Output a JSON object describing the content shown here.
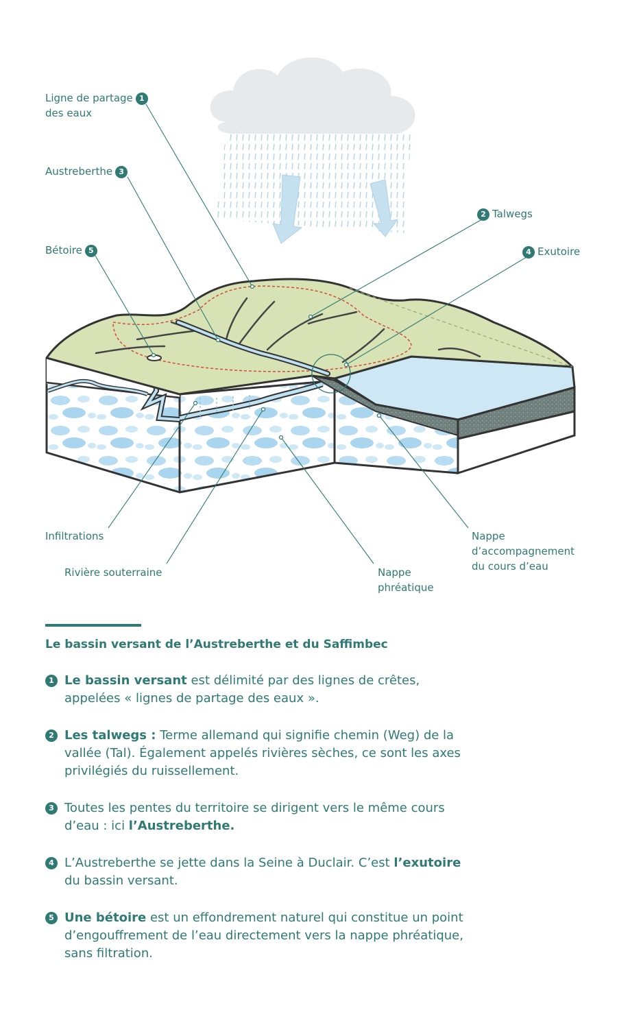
{
  "diagram_labels": {
    "ligne_partage": {
      "number": "1",
      "line1": "Ligne de partage",
      "line2": "des eaux"
    },
    "austreberthe": {
      "number": "3",
      "text": "Austreberthe"
    },
    "betoire": {
      "number": "5",
      "text": "Bétoire"
    },
    "talwegs": {
      "number": "2",
      "text": "Talwegs"
    },
    "exutoire": {
      "number": "4",
      "text": "Exutoire"
    },
    "infiltrations": {
      "text": "Infiltrations"
    },
    "riviere_souterraine": {
      "text": "Rivière souterraine"
    },
    "nappe_phreatique": {
      "line1": "Nappe",
      "line2": "phréatique"
    },
    "nappe_accompagnement": {
      "line1": "Nappe",
      "line2": "d’accompagnement",
      "line3": "du cours d’eau"
    }
  },
  "legend": {
    "title": "Le bassin versant de l’Austreberthe et du Saffimbec",
    "items": [
      {
        "number": "1",
        "bold": "Le bassin versant",
        "text1": " est délimité par des lignes de crêtes, appelées « lignes de partage des eaux »."
      },
      {
        "number": "2",
        "bold": "Les talwegs :",
        "text1": " Terme allemand qui signifie chemin (Weg) de la vallée (Tal). Également appelés rivières sèches, ce sont les axes privilégiés du ruissellement."
      },
      {
        "number": "3",
        "text1": "Toutes les pentes du territoire se dirigent vers le même cours d’eau : ici ",
        "bold": "l’Austreberthe."
      },
      {
        "number": "4",
        "text1": "L’Austreberthe se jette dans la Seine à Duclair. C’est ",
        "bold": "l’exutoire",
        "text2": " du bassin versant."
      },
      {
        "number": "5",
        "bold": "Une bétoire",
        "text1": " est un effondrement naturel qui constitue un point d’engouffrement de l’eau directement vers la nappe phréatique, sans filtration."
      }
    ]
  },
  "colors": {
    "accent": "#2f7a72",
    "grass": "#d7e3b5",
    "water": "#cde8f4",
    "aquifer_dot": "#a9d5ef",
    "cloud": "#e8ecee",
    "outline": "#333333"
  }
}
